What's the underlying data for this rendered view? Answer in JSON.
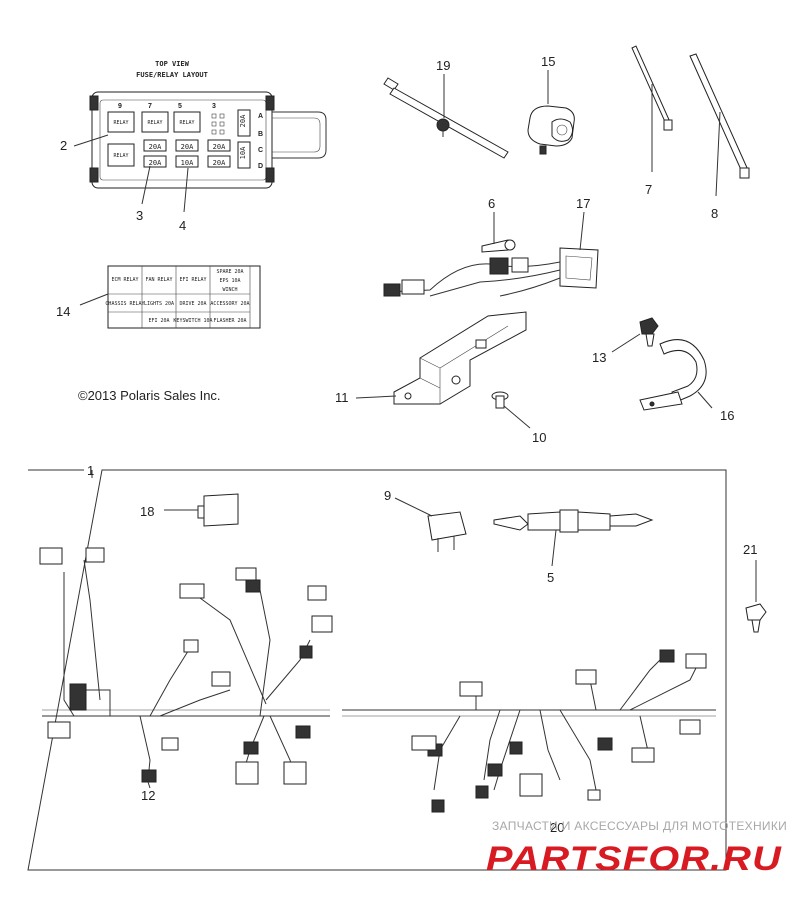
{
  "fuse_box": {
    "title_line1": "TOP VIEW",
    "title_line2": "FUSE/RELAY LAYOUT",
    "top_numbers": [
      "9",
      "7",
      "5",
      "3"
    ],
    "relay_labels": [
      "RELAY",
      "RELAY",
      "RELAY",
      "RELAY"
    ],
    "fuse_ratings": [
      "20A",
      "20A",
      "20A",
      "20A",
      "10A",
      "20A"
    ],
    "side_fuses": [
      "20A",
      "10A"
    ],
    "row_letters": [
      "A",
      "B",
      "C",
      "D"
    ]
  },
  "fuse_label_card": {
    "row1": [
      "ECM RELAY",
      "FAN RELAY",
      "EFI RELAY",
      "SPARE 20A"
    ],
    "row1_extra": [
      "EPS 10A",
      "WINCH"
    ],
    "row2": [
      "CHASSIS RELAY",
      "LIGHTS 20A",
      "DRIVE 20A",
      "ACCESSORY 20A"
    ],
    "row3": [
      "",
      "EFI 20A",
      "KEYSWITCH 10A",
      "FLASHER 20A"
    ]
  },
  "callouts": {
    "c1": "1",
    "c2": "2",
    "c3": "3",
    "c4": "4",
    "c5": "5",
    "c6": "6",
    "c7": "7",
    "c8": "8",
    "c9": "9",
    "c10": "10",
    "c11": "11",
    "c12": "12",
    "c13": "13",
    "c14": "14",
    "c15": "15",
    "c16": "16",
    "c17": "17",
    "c18": "18",
    "c19": "19",
    "c20": "20",
    "c21": "21"
  },
  "copyright": "©2013 Polaris Sales Inc.",
  "watermark": {
    "tagline": "ЗАПЧАСТИ И АКСЕССУАРЫ ДЛЯ МОТОТЕХНИКИ",
    "logo": "PARTSFOR.RU"
  },
  "colors": {
    "line": "#333333",
    "watermark_red": "#d81a22",
    "watermark_gray": "#a8a8a8"
  }
}
